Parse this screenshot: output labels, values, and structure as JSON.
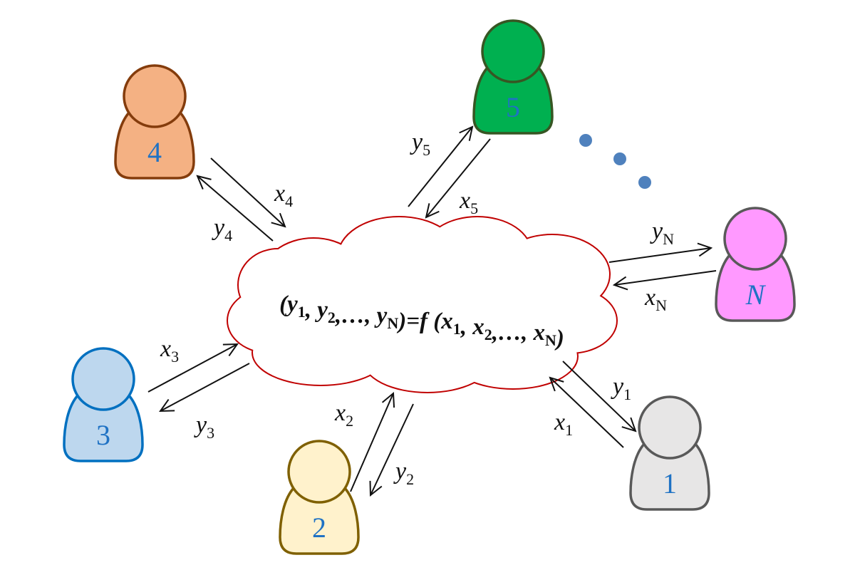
{
  "formula": [
    {
      "t": "(y",
      "s": "1"
    },
    {
      "t": ", y",
      "s": "2"
    },
    {
      "t": ",…, y",
      "s": "N"
    },
    {
      "t": ")=f (x",
      "s": "1"
    },
    {
      "t": ", x",
      "s": "2"
    },
    {
      "t": ",…, x",
      "s": "N"
    },
    {
      "t": ")",
      "s": ""
    }
  ],
  "participants": [
    {
      "id": "4",
      "label": "4",
      "fill": "#F4B183",
      "stroke": "#843C0C"
    },
    {
      "id": "5",
      "label": "5",
      "fill": "#00B050",
      "stroke": "#375623"
    },
    {
      "id": "N",
      "label": "N",
      "fill": "#FF99FF",
      "stroke": "#595959"
    },
    {
      "id": "3",
      "label": "3",
      "fill": "#BDD7EE",
      "stroke": "#0070C0"
    },
    {
      "id": "2",
      "label": "2",
      "fill": "#FFF2CC",
      "stroke": "#7F6000"
    },
    {
      "id": "1",
      "label": "1",
      "fill": "#E7E6E6",
      "stroke": "#595959"
    }
  ],
  "arrows": [
    {
      "v": "x",
      "s": "4"
    },
    {
      "v": "y",
      "s": "4"
    },
    {
      "v": "y",
      "s": "5"
    },
    {
      "v": "x",
      "s": "5"
    },
    {
      "v": "y",
      "s": "N"
    },
    {
      "v": "x",
      "s": "N"
    },
    {
      "v": "x",
      "s": "3"
    },
    {
      "v": "y",
      "s": "3"
    },
    {
      "v": "x",
      "s": "2"
    },
    {
      "v": "y",
      "s": "2"
    },
    {
      "v": "y",
      "s": "1"
    },
    {
      "v": "x",
      "s": "1"
    }
  ],
  "colors": {
    "cloud": "#C00000",
    "dots": "#4F81BD",
    "number": "#1F72C4"
  }
}
